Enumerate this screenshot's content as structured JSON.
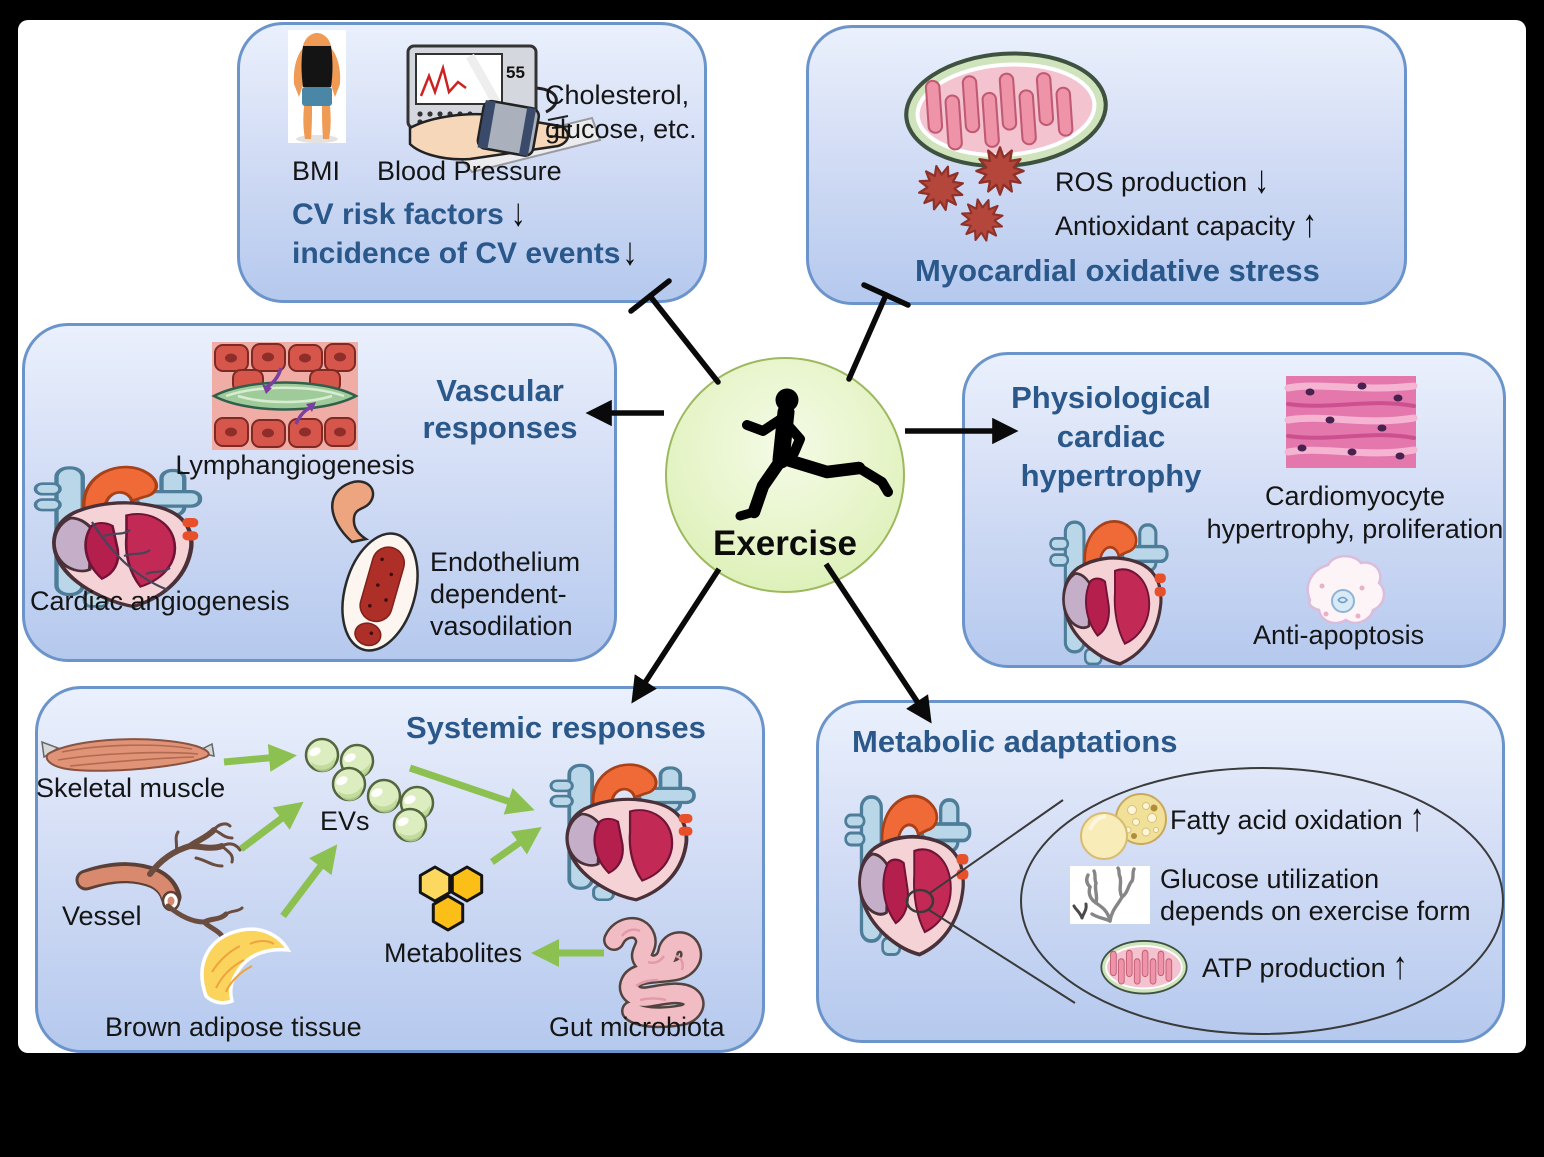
{
  "center": {
    "label": "Exercise"
  },
  "panels": {
    "cv_risk": {
      "note_line1": "Cholesterol,",
      "note_line2": "glucose, etc.",
      "caption_bmi": "BMI",
      "caption_bp": "Blood Pressure",
      "device_reading": "55",
      "stat1": {
        "text": "CV risk factors",
        "arrow": "↓"
      },
      "stat2": {
        "text": "incidence of CV events",
        "arrow": "↓"
      }
    },
    "oxidative_stress": {
      "stat1": {
        "text": "ROS production",
        "arrow": "↓"
      },
      "stat2": {
        "text": "Antioxidant capacity",
        "arrow": "↑"
      },
      "title": "Myocardial oxidative stress"
    },
    "vascular": {
      "title_line1": "Vascular",
      "title_line2": "responses",
      "label_lymphangiogenesis": "Lymphangiogenesis",
      "label_cardiac_angiogenesis": "Cardiac angiogenesis",
      "endothelium_line1": "Endothelium",
      "endothelium_line2": "dependent-",
      "endothelium_line3": "vasodilation"
    },
    "hypertrophy": {
      "title_line1": "Physiological",
      "title_line2": "cardiac",
      "title_line3": "hypertrophy",
      "cardiomyocyte_line1": "Cardiomyocyte",
      "cardiomyocyte_line2": "hypertrophy, proliferation",
      "label_anti_apoptosis": "Anti-apoptosis"
    },
    "systemic": {
      "title": "Systemic responses",
      "label_skeletal_muscle": "Skeletal muscle",
      "label_vessel": "Vessel",
      "label_brown_adipose": "Brown adipose tissue",
      "label_evs": "EVs",
      "label_metabolites": "Metabolites",
      "label_gut": "Gut microbiota"
    },
    "metabolic": {
      "title": "Metabolic adaptations",
      "stat1": {
        "text": "Fatty acid oxidation",
        "arrow": "↑"
      },
      "glucose_line1": "Glucose utilization",
      "glucose_line2": "depends on exercise form",
      "stat3": {
        "text": "ATP production",
        "arrow": "↑"
      }
    }
  },
  "icons": {
    "runner": "runner-icon",
    "bmi_body": "bmi-body-icon",
    "blood_pressure_monitor": "blood-pressure-monitor-icon",
    "mitochondria": "mitochondria-icon",
    "ros_particle": "ros-particle-icon",
    "lymph_tissue": "lymphangiogenesis-image",
    "heart": "heart-icon",
    "endothelium_vessel": "vessel-cross-section-icon",
    "histology": "cardiomyocyte-histology-image",
    "apoptotic_cell": "apoptotic-cell-icon",
    "skeletal_muscle": "skeletal-muscle-icon",
    "vessel_branch": "vessel-branch-icon",
    "brown_adipose": "brown-adipose-icon",
    "ev_vesicles": "ev-vesicles-icon",
    "metabolite_hexagons": "metabolites-hexagons-icon",
    "gut": "gut-microbiota-icon",
    "lipid_droplets": "lipid-droplet-icon",
    "glycogen": "glycogen-icon"
  },
  "colors": {
    "panel_border": "#6b94ca",
    "title_blue": "#2a588a",
    "green_arrow": "#8cc152",
    "ros_red": "#b5463c",
    "circle_green": "#e6f4c8"
  }
}
